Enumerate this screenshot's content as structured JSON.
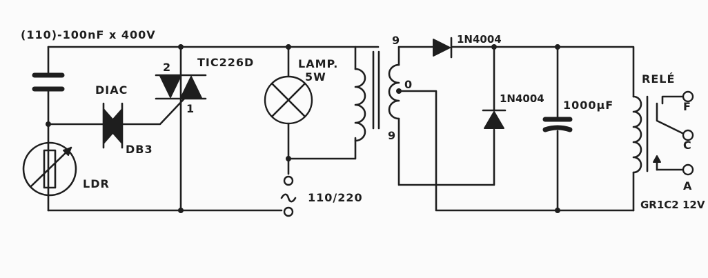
{
  "labels": {
    "capacitor_main": "(110)-100nF x 400V",
    "diac": "DIAC",
    "diac_part": "DB3",
    "triac": "TIC226D",
    "triac_pin2": "2",
    "triac_pin1": "1",
    "lamp_line1": "LAMP.",
    "lamp_line2": "5W",
    "ldr": "LDR",
    "mains": "110/220",
    "trafo_top": "9",
    "trafo_center": "0",
    "trafo_bottom": "9",
    "diode_top": "1N4004",
    "diode_mid": "1N4004",
    "filter_cap": "1000µF",
    "relay": "RELÉ",
    "relay_f": "F",
    "relay_c": "C",
    "relay_a": "A",
    "relay_part": "GR1C2 12V"
  }
}
